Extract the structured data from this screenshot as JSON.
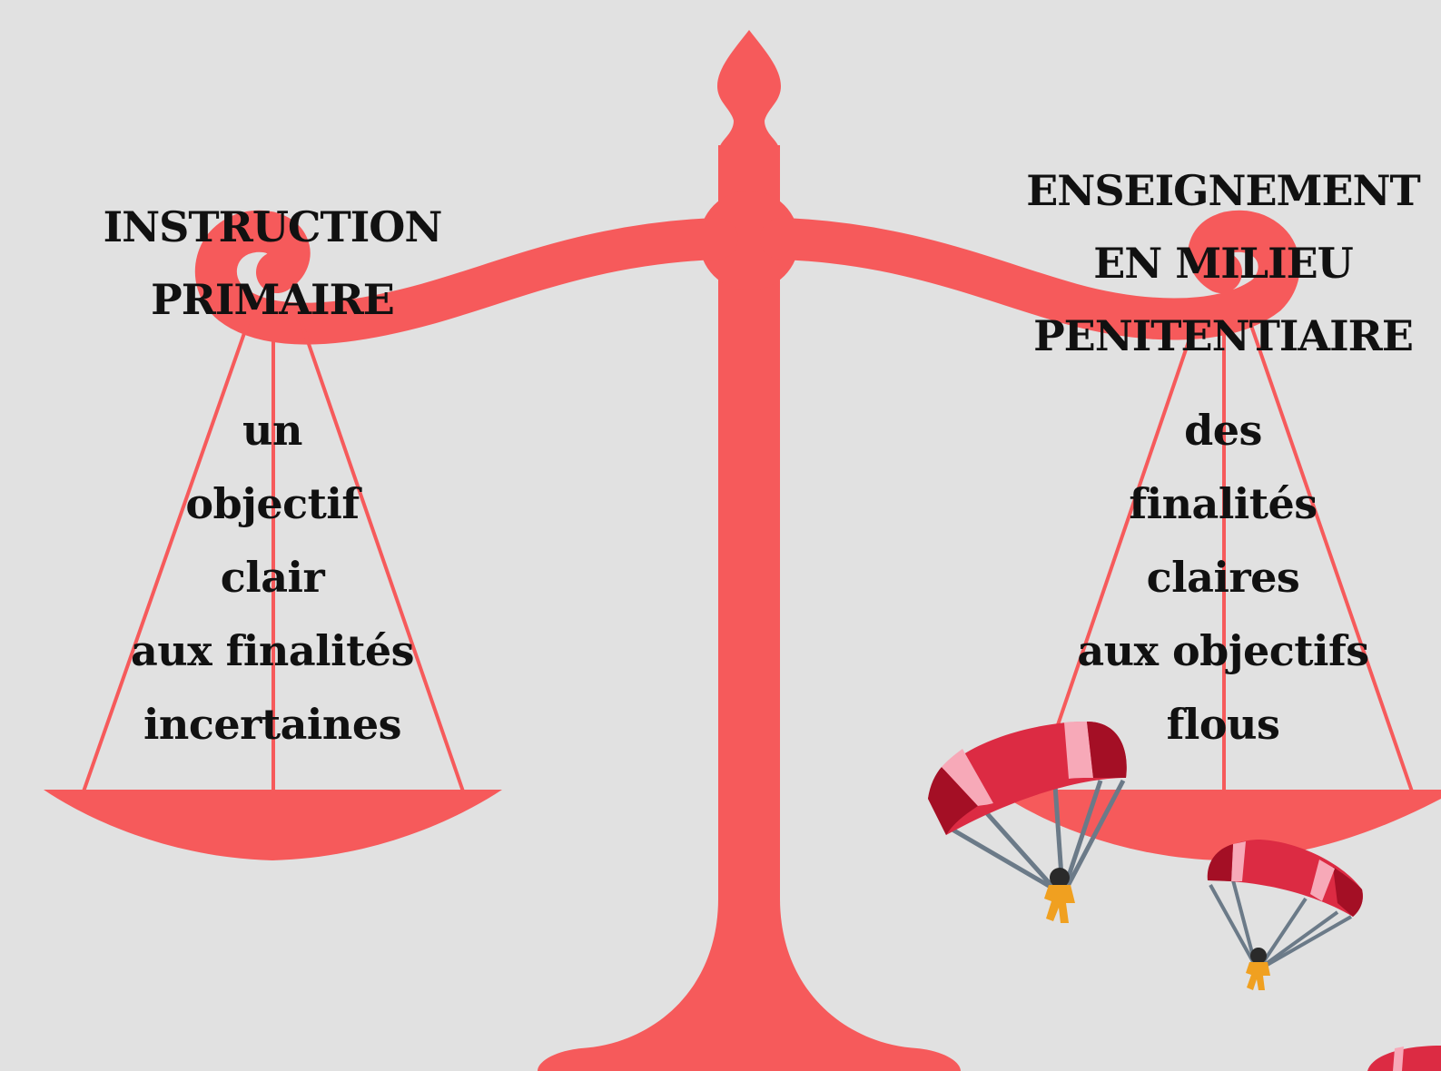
{
  "colors": {
    "background": "#e1e1e1",
    "scale": "#f65a5b",
    "text": "#111111",
    "canopy_dark": "#a40f25",
    "canopy_mid": "#dc2b43",
    "canopy_light": "#f7a9b8",
    "lines": "#6b7a88",
    "jumper": "#f0a020"
  },
  "icons": [
    "balance-scale-icon",
    "parachutist-icon"
  ],
  "left_pan": {
    "title_lines": [
      "INSTRUCTION",
      "PRIMAIRE"
    ],
    "body_lines": [
      "un",
      "objectif",
      "clair",
      "aux finalités",
      "incertaines"
    ]
  },
  "right_pan": {
    "title_lines": [
      "ENSEIGNEMENT",
      "EN MILIEU",
      "PENITENTIAIRE"
    ],
    "body_lines": [
      "des",
      "finalités",
      "claires",
      "aux objectifs",
      "flous"
    ]
  }
}
